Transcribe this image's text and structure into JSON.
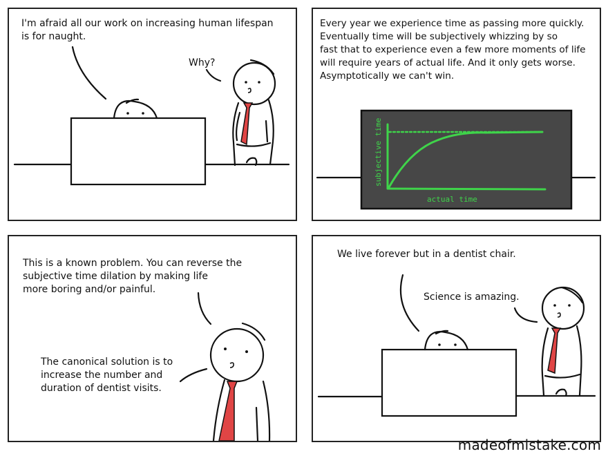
{
  "panels": [
    {
      "id": 1,
      "captions": {
        "main": "I'm afraid all our work on increasing human lifespan\nis for naught.",
        "reply": "Why?"
      }
    },
    {
      "id": 2,
      "captions": {
        "main": "Every year we experience time as passing more quickly.\nEventually time will be subjectively whizzing by so\nfast that to experience even a few more moments of life\nwill require years of actual life. And it only gets worse.\nAsymptotically we can't win."
      },
      "chalkboard": {
        "ylabel": "subjective time",
        "xlabel": "actual time",
        "board_color": "#474747",
        "chalk_color": "#3fd44a"
      }
    },
    {
      "id": 3,
      "captions": {
        "main": "This is a known problem. You can reverse the\nsubjective time dilation by making life\nmore boring and/or painful.",
        "second": "The canonical solution is to\nincrease the number and\nduration of dentist visits."
      }
    },
    {
      "id": 4,
      "captions": {
        "main": "We live forever but in a dentist chair.",
        "reply": "Science is amazing."
      }
    }
  ],
  "chart_data": {
    "type": "line",
    "title": "",
    "xlabel": "actual time",
    "ylabel": "subjective time",
    "series": [
      {
        "name": "subjective time",
        "x": [
          0,
          1,
          2,
          3,
          4,
          5,
          6,
          7,
          8,
          9,
          10
        ],
        "values": [
          0,
          0.45,
          0.7,
          0.84,
          0.92,
          0.96,
          0.98,
          0.99,
          0.995,
          1.0,
          1.0
        ]
      },
      {
        "name": "asymptote (dotted)",
        "x": [
          0,
          10
        ],
        "values": [
          1.0,
          1.0
        ]
      }
    ],
    "grid": false,
    "legend": "none"
  },
  "colors": {
    "ink": "#111111",
    "tie": "#e04545",
    "board": "#474747",
    "chalk": "#3fd44a"
  },
  "footer": {
    "site": "madeofmistake.com"
  }
}
